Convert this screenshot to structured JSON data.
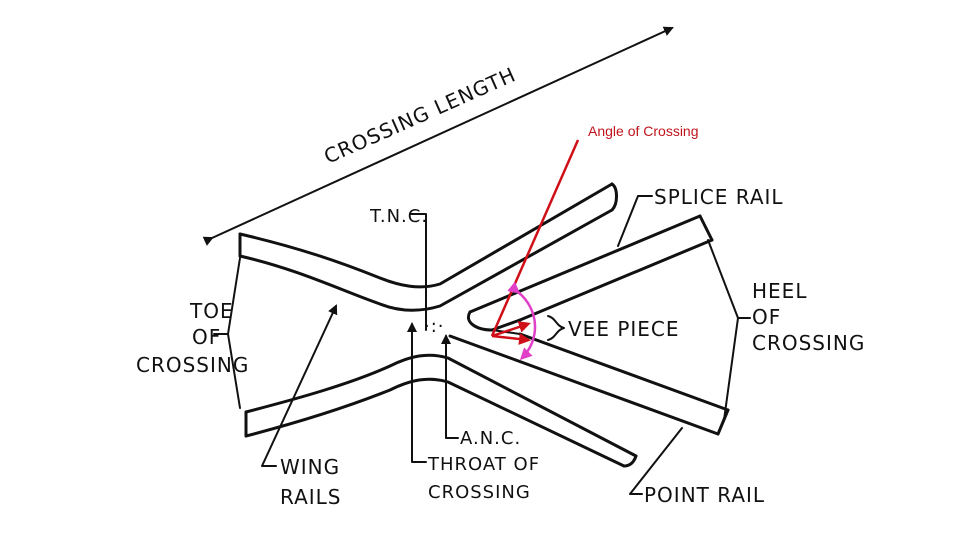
{
  "diagram": {
    "crossing_length_label": "CROSSING LENGTH",
    "angle_label": "Angle of Crossing",
    "tnc_label": "T.N.C.",
    "splice_rail_label": "SPLICE RAIL",
    "heel_label": [
      "HEEL",
      "OF",
      "CROSSING"
    ],
    "vee_piece_label": "VEE PIECE",
    "toe_label": [
      "TOE",
      "OF",
      "CROSSING"
    ],
    "wing_rails_label": [
      "WING",
      "RAILS"
    ],
    "anc_label": "A.N.C.",
    "throat_label": [
      "THROAT OF",
      "CROSSING"
    ],
    "point_rail_label": "POINT RAIL",
    "colors": {
      "ink": "#111111",
      "angle_line": "#d01018",
      "angle_arc": "#e040c8"
    }
  }
}
